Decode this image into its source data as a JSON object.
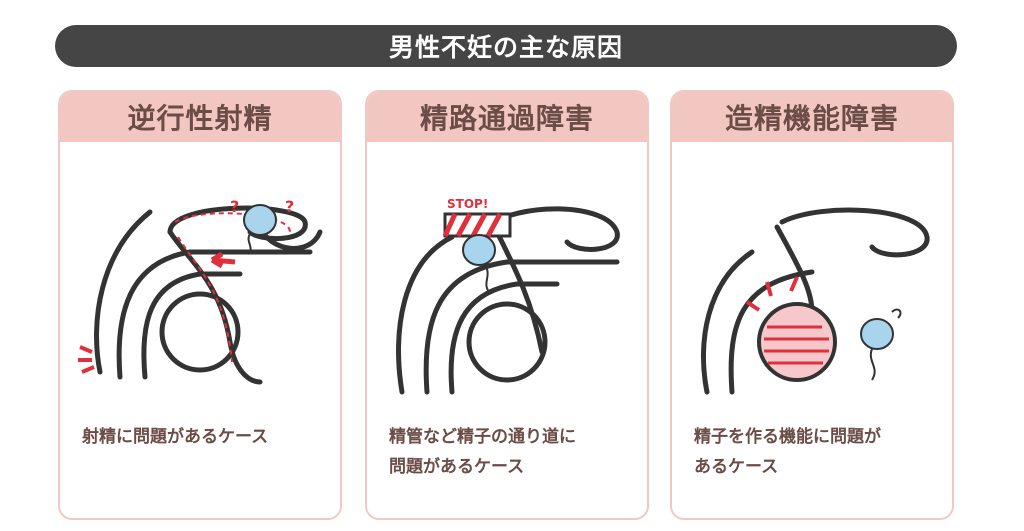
{
  "title": "男性不妊の主な原因",
  "cards": [
    {
      "heading": "逆行性射精",
      "description_lines": [
        "射精に問題があるケース"
      ]
    },
    {
      "heading": "精路通過障害",
      "description_lines": [
        "精管など精子の通り道に",
        "問題があるケース"
      ],
      "sign": "STOP!"
    },
    {
      "heading": "造精機能障害",
      "description_lines": [
        "精子を作る機能に問題が",
        "あるケース"
      ]
    }
  ],
  "colors": {
    "title_bg": "#454545",
    "header_bg": "#f2c7c2",
    "text": "#6b4c46",
    "accent": "#e0303c",
    "sperm": "#a9d4ee"
  }
}
